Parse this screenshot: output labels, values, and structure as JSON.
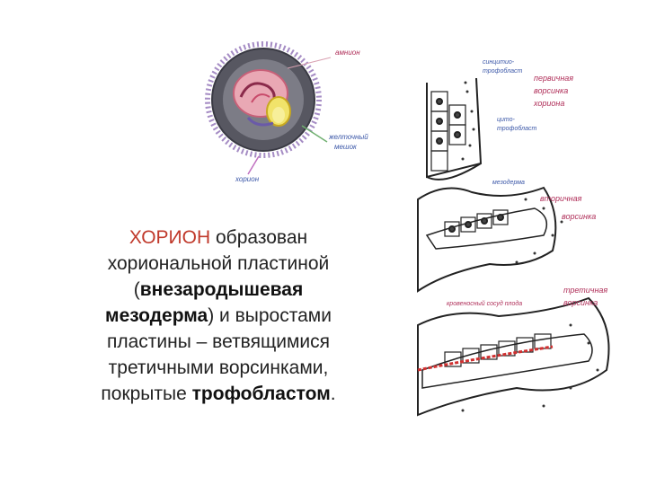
{
  "embryo_labels": {
    "amnion": "амнион",
    "yolk_sac_1": "желточный",
    "yolk_sac_2": "мешок",
    "chorion": "хорион"
  },
  "villi_labels": {
    "syncytio_1": "синцитио-",
    "syncytio_2": "трофобласт",
    "primary_1": "первичная",
    "primary_2": "ворсинка",
    "primary_3": "хориона",
    "cyto_1": "цито-",
    "cyto_2": "трофобласт",
    "mesoderm": "мезодерма",
    "secondary_1": "вторичная",
    "secondary_2": "ворсинка",
    "vessel": "кровеносный сосуд плода",
    "tertiary_1": "третичная",
    "tertiary_2": "ворсинка"
  },
  "text": {
    "t1": "ХОРИОН",
    "t2": " образован",
    "t3": "хориональной пластиной",
    "t4": "(",
    "t5": "внезародышевая",
    "t6": "мезодерма",
    "t7": ") и выростами",
    "t8": "пластины – ветвящимися",
    "t9": "третичными ворсинками,",
    "t10": "покрытые ",
    "t11": "трофобластом",
    "t12": "."
  },
  "colors": {
    "highlight": "#c0392b",
    "label_red": "#b0305a",
    "label_blue": "#3b57a8"
  }
}
